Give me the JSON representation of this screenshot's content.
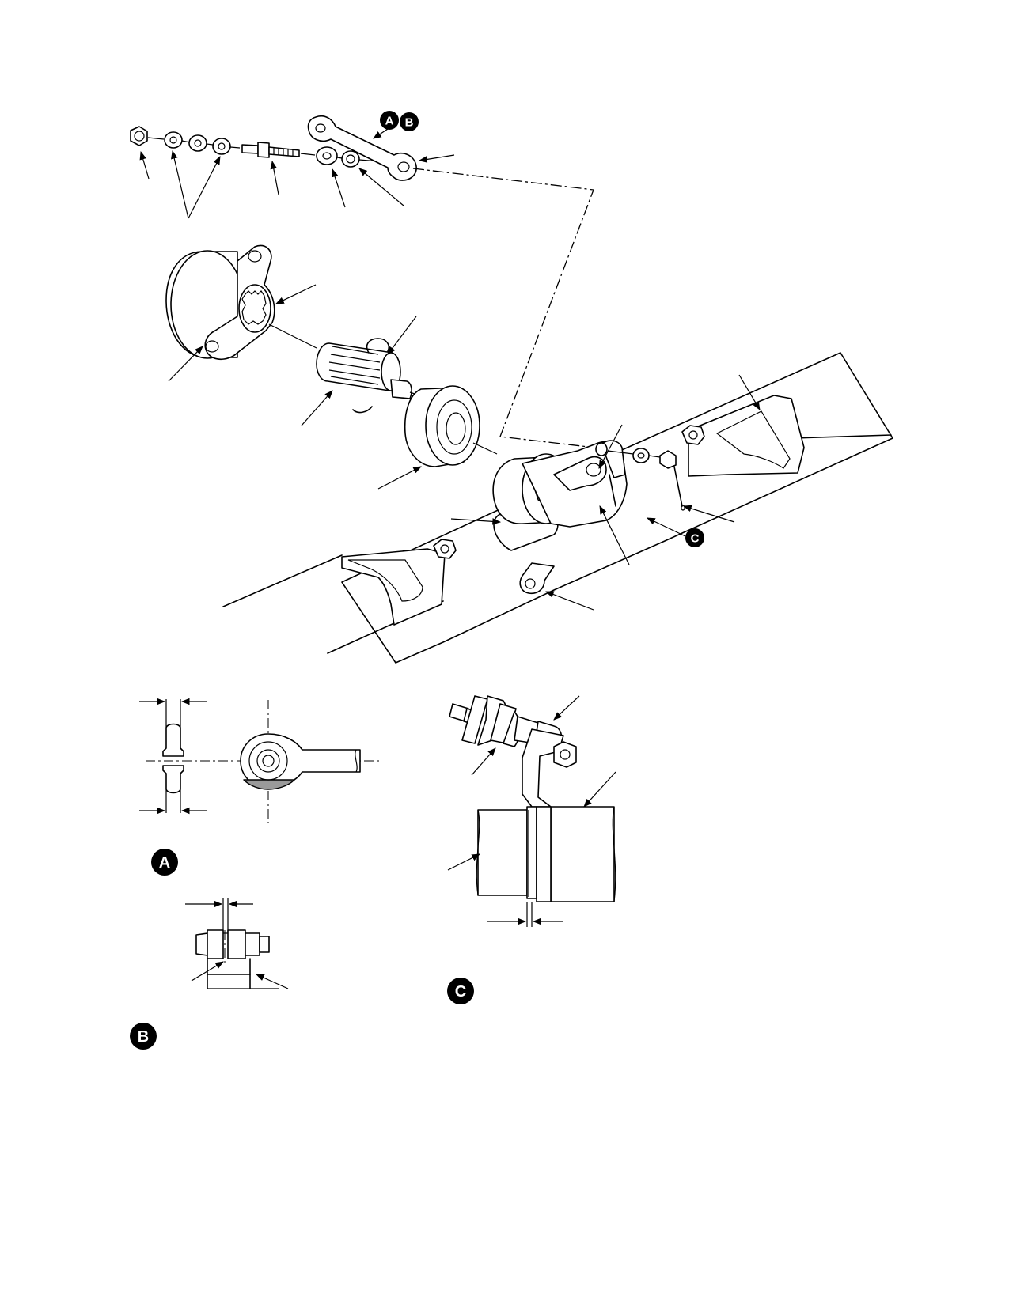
{
  "badges": {
    "a": "A",
    "b": "B",
    "c": "C"
  },
  "colors": {
    "ink": "#000000",
    "paper": "#ffffff",
    "shading": "#e2e2e2",
    "shadow_band": "#9a9a9a"
  }
}
